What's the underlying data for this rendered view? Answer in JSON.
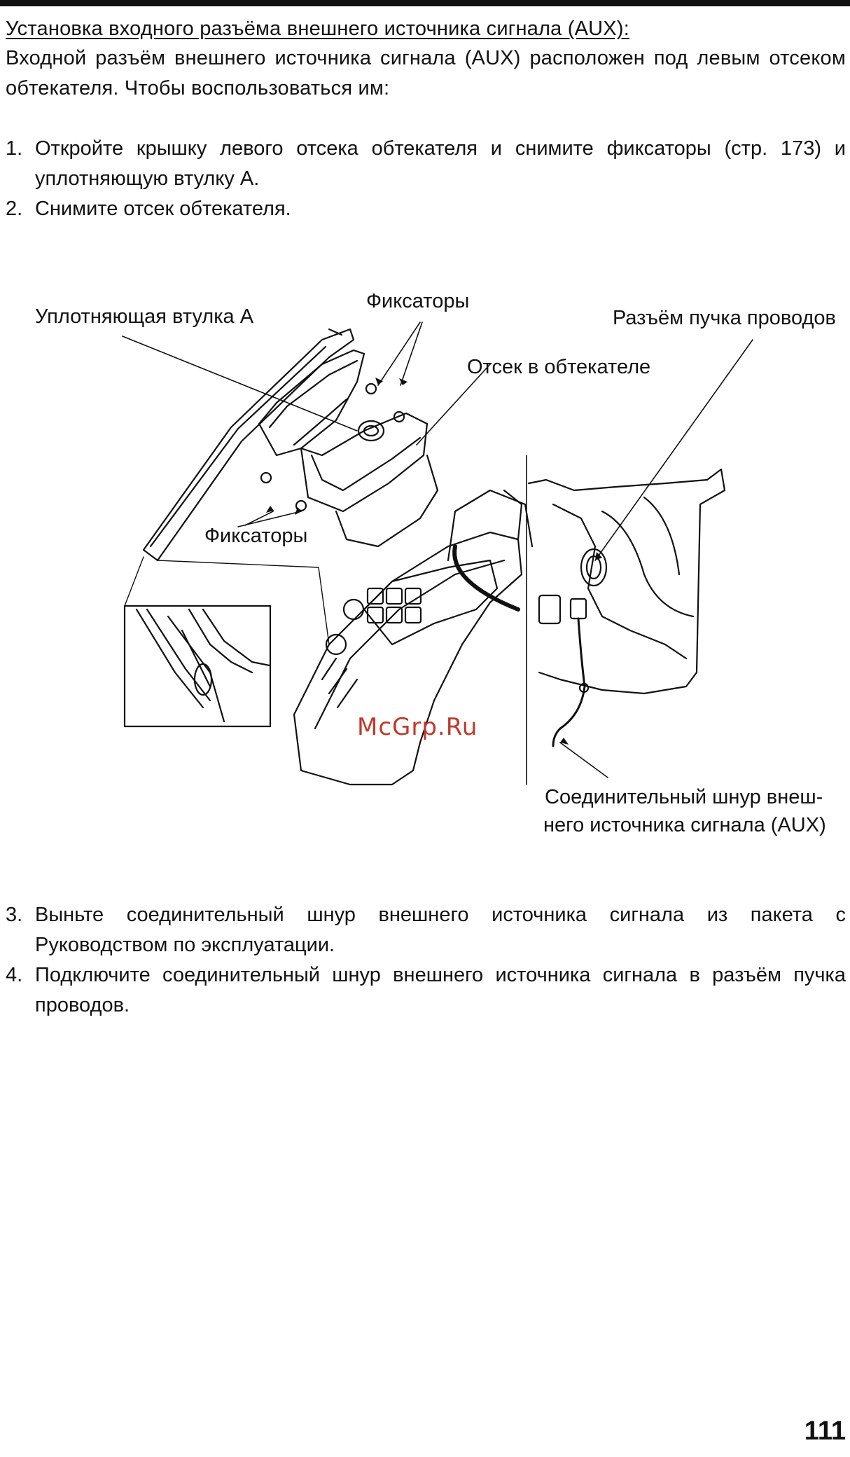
{
  "page": {
    "heading": "Установка входного разъёма внешнего источника сигнала (AUX):",
    "intro": "Входной разъём внешнего источника сигнала (AUX) расположен под левым отсеком обтекателя. Чтобы воспользоваться им:",
    "steps_before_figure": [
      {
        "num": "1.",
        "text": "Откройте крышку левого отсека обтекателя и снимите фиксаторы (стр. 173) и уплотняющую втулку A."
      },
      {
        "num": "2.",
        "text": "Снимите отсек обтекателя."
      }
    ],
    "steps_after_figure": [
      {
        "num": "3.",
        "text": "Выньте соединительный шнур внешнего источника сигнала из пакета с Руководством по эксплуатации."
      },
      {
        "num": "4.",
        "text": "Подключите соединительный шнур внешнего источника сигнала в разъём пучка проводов."
      }
    ],
    "page_number": "111"
  },
  "figure": {
    "labels": {
      "grommet_a": "Уплотняющая втулка A",
      "clips_top": "Фиксаторы",
      "harness_connector": "Разъём пучка проводов",
      "fairing_pocket": "Отсек в обтекателе",
      "clips_bottom": "Фиксаторы",
      "aux_cord_line1": "Соединительный шнур внеш-",
      "aux_cord_line2": "него источника сигнала (AUX)"
    },
    "watermark": "McGrp.Ru"
  }
}
